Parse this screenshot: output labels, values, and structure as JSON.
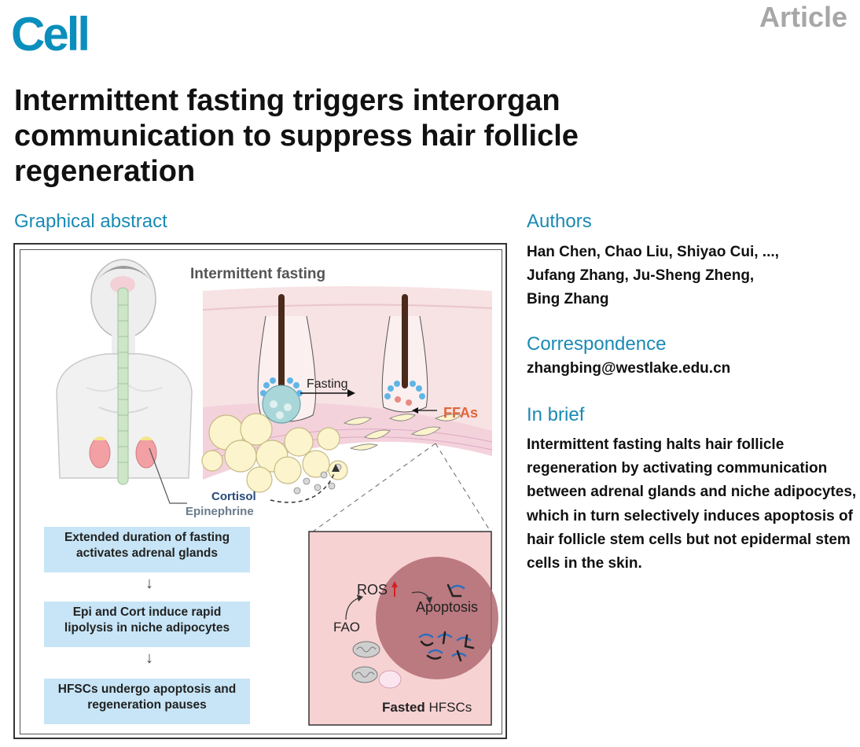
{
  "journal": "Cell",
  "article_type": "Article",
  "title": "Intermittent fasting triggers interorgan communication to suppress hair follicle regeneration",
  "graphical_abstract": {
    "heading": "Graphical abstract",
    "labels": {
      "intermittent_fasting": "Intermittent fasting",
      "fasting": "Fasting",
      "ffas": "FFAs",
      "cortisol": "Cortisol",
      "epinephrine": "Epinephrine",
      "ros": "ROS",
      "apoptosis": "Apoptosis",
      "fao": "FAO",
      "fasted_bold": "Fasted",
      "fasted_rest": " HFSCs"
    },
    "steps": [
      "Extended duration of fasting activates adrenal glands",
      "Epi and Cort induce rapid lipolysis in niche adipocytes",
      "HFSCs undergo apoptosis and regeneration pauses"
    ],
    "step_arrow": "↓"
  },
  "authors": {
    "heading": "Authors",
    "lines": [
      "Han Chen, Chao Liu, Shiyao Cui, ...,",
      "Jufang Zhang, Ju-Sheng Zheng,",
      "Bing Zhang"
    ]
  },
  "correspondence": {
    "heading": "Correspondence",
    "email": "zhangbing@westlake.edu.cn"
  },
  "in_brief": {
    "heading": "In brief",
    "text": "Intermittent fasting halts hair follicle regeneration by activating communication between adrenal glands and niche adipocytes, which in turn selectively induces apoptosis of hair follicle stem cells but not epidermal stem cells in the skin."
  },
  "colors": {
    "brand_blue": "#0a8fbd",
    "heading_blue": "#1a8ab4",
    "article_gray": "#a7a7a7",
    "cortisol_blue": "#274a7a",
    "ffas_orange": "#e0663a",
    "ros_arrow_red": "#d42020",
    "step_box": "#c7e5f6",
    "skin_pink": "#f7e2e4",
    "apoptosis_cell": "#b06a72"
  }
}
